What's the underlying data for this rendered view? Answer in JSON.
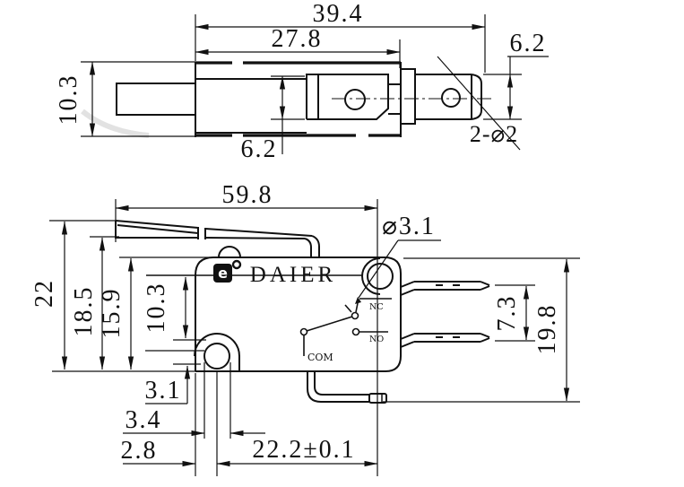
{
  "brand": "DAIER",
  "logo_glyph": "e",
  "terminal_labels": {
    "com": "COM",
    "nc": "NC",
    "no": "NO"
  },
  "top_view": {
    "overall_length": "39.4",
    "body_length": "27.8",
    "body_height": "10.3",
    "plunger_slot_width": "6.2",
    "tip_height": "6.2",
    "hole_callout": "2-⌀2"
  },
  "side_view": {
    "lever_length": "59.8",
    "hole_callout": "⌀3.1",
    "overall_height": "22",
    "lever_tip_height": "18.5",
    "body_top_height": "15.9",
    "inner_height": "10.3",
    "hole_to_bottom": "3.1",
    "slot_width": "3.4",
    "hole_offset": "2.8",
    "mount_span": "22.2±0.1",
    "terminal_pitch": "7.3",
    "total_height": "19.8"
  }
}
